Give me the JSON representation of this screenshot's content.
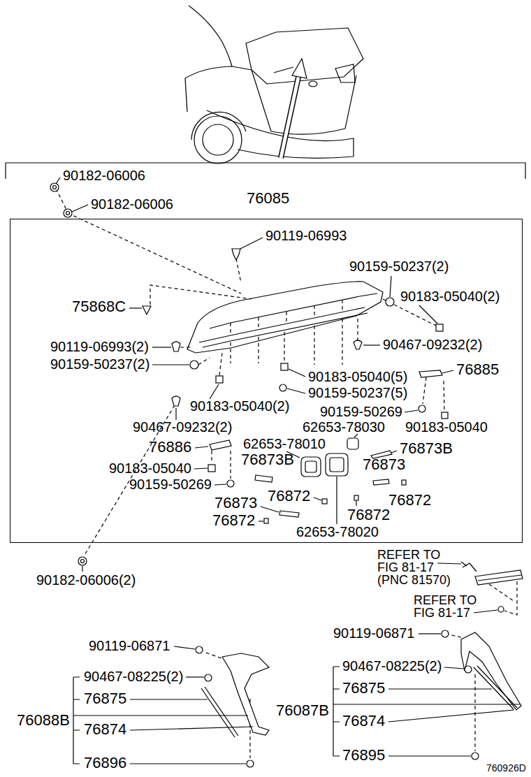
{
  "diagram": {
    "nodes": [
      {
        "text": [
          "76085"
        ]
      }
    ],
    "labels": [
      "90182-06006",
      "90182-06006",
      "90119-06993",
      "90159-50237(2)",
      "75868C",
      "90183-05040(2)",
      "90119-06993(2)",
      "90467-09232(2)",
      "90159-50237(2)",
      "76885",
      "90183-05040(5)",
      "90159-50237(5)",
      "90183-05040(2)",
      "90159-50269",
      "62653-78030",
      "90183-05040",
      "90467-09232(2)",
      "62653-78010",
      "76873B",
      "76886",
      "76873B",
      "76873",
      "90183-05040",
      "90159-50269",
      "76872",
      "76872",
      "76873",
      "76872",
      "76872",
      "62653-78020",
      "90182-06006(2)",
      "REFER TO FIG 81-17 (PNC 81570)",
      "REFER TO FIG 81-17",
      "90119-06871",
      "90119-06871",
      "90467-08225(2)",
      "90467-08225(2)",
      "76875",
      "76875",
      "76087B",
      "76088B",
      "76874",
      "76874",
      "76895",
      "76896",
      "760926D"
    ]
  }
}
